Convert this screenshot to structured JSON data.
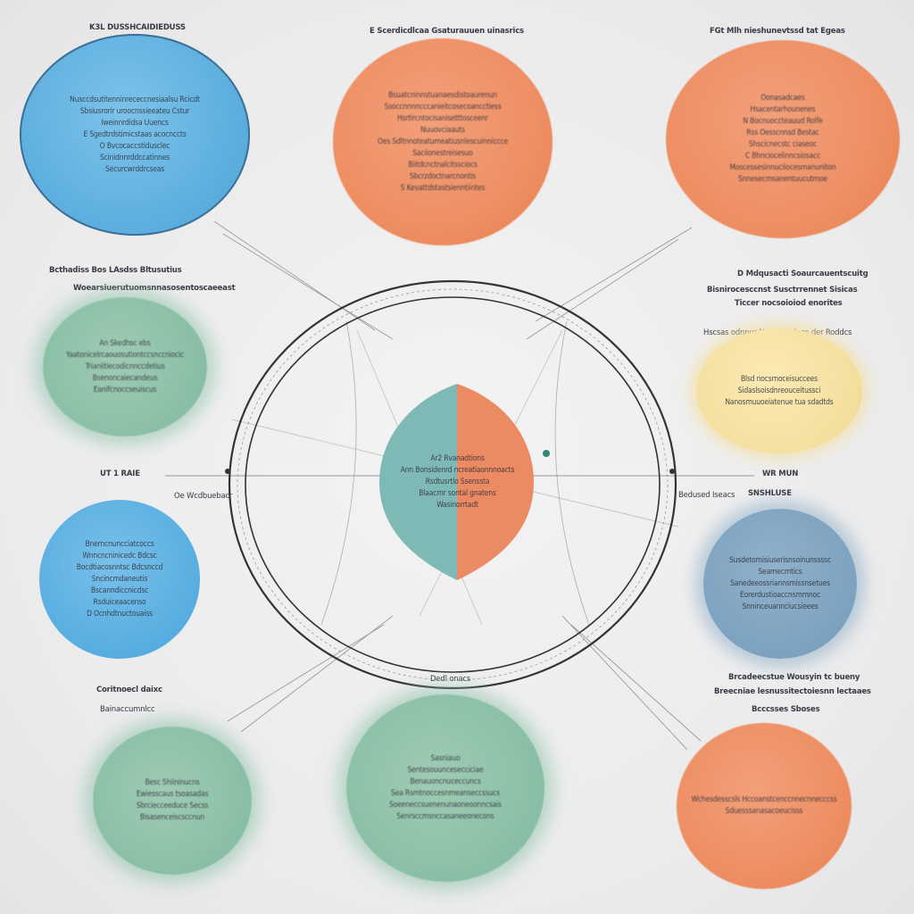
{
  "center": {
    "lines": [
      "Ar2 Rvanadtions",
      "Ann Bonsidenrd ncreatiaonnnoacts",
      "Rsdtusrtlo Ssenssta",
      "Blaacrnr sontal gnatens",
      "Wasinorrtadt"
    ],
    "left_color": "#7fb9b5",
    "right_color": "#ec8a63"
  },
  "axis_labels": {
    "left": "UT 1 RAIE",
    "left_sub": "Oe Wcdbuebacr",
    "right": "WR MUN",
    "right_sub": "SNSHLUSE",
    "right_pre": "Bedused Iseacs",
    "bottom": "Dedl onacs"
  },
  "bubbles": [
    {
      "id": "top-left",
      "color": "blue",
      "title": "K3L DUSSHCAIDIEDUSS",
      "lines": [
        "Nusccdsutitenninrececcnesiaalsu Rcicdt",
        "Sbsiusrorir uroocnssieeateu Cstur",
        "Iweinnrdidsa Uuencs",
        "E Sgedtrdstimicstaas acocnccts",
        "O Bvcocaccstidusclec",
        "Scinidnnrddccatinnes",
        "Securcwrddrcseas"
      ]
    },
    {
      "id": "top-center",
      "color": "orange",
      "title": "E Scerdicdlcaa Gsaturauuen uinasrics",
      "lines": [
        "Bsuatcninnstuanaesdistoaurenun",
        "Ssoccnnnncccanieitcosecoancctiess",
        "Hsrtircntocisanisetttosceenr",
        "Nuuovciaauts",
        "Oes Sdltnnoteatumeatiusnlescuinniccce",
        "Saciionestreisesuo",
        "Biitdcnctnalcitssciocs",
        "Sbcrzdoctnarcnontis",
        "S Kevattdstastsienntiintes"
      ]
    },
    {
      "id": "top-right",
      "color": "orange",
      "title": "FGt Mlh nieshunevtssd tat Egeas",
      "lines": [
        "Oonasadcaes",
        "Hsacentarhounenes",
        "N Bocnuoccteauud Rolfe",
        "Rss Oesscnnsd Bestac",
        "Shscicnecstc ciaseoc",
        "C Bhnciocelinncsiosacc",
        "Moscessesinnuciiocesmanuniton",
        "Snnesecmsanentuucutmoe"
      ]
    },
    {
      "id": "mid-left",
      "color": "green",
      "title": "Bcthadiss Bos LAsdss Bltusutius",
      "title2": "Woearsiuerutuomsnnasosentoscaeeast",
      "lines": [
        "An Skedhsc ebs",
        "Yaatonicelrcaouosutiontccsnccniocic",
        "Trianiitiecodicnnccdetius",
        "Bsenoncaiecandeus",
        "Eanifcnoccseuiscus"
      ]
    },
    {
      "id": "mid-right",
      "color": "yellow",
      "title": "D Mdqusacti Soaurcauentscuitg",
      "title2": "Bisnirocesccnst Susctrrennet Sisicas",
      "title3": "Ticcer nocsoioiod enorites",
      "pre": "Hscsas odnnur Nornnse dees der Roddcs",
      "lines": [
        "Blsd nocsmoceisuccees",
        "Sidaslsoisdnreouceitussci",
        "Nanosmuuoeiatenue tua sdadtds"
      ]
    },
    {
      "id": "lower-left",
      "color": "blue2",
      "title": "Coritnoecl daixc",
      "title2": "Bainaccumnlcc",
      "lines": [
        "Bnerncnuncciatcoccs",
        "Wnncncninicedc Bdcsc",
        "Bocdtiacosnntsc Bdcsnccd",
        "Sncincmdaneutis",
        "Bscanndiccnicdsc",
        "Rsduiceaacenso",
        "D Ocnhdtnuctouaiss"
      ]
    },
    {
      "id": "lower-right",
      "color": "slate",
      "title": "Brcadeecstue Wousyin tc bueny",
      "title2": "Breecniae lesnussitectoiesnn lectaaes",
      "title3": "Bcccsses Sboses",
      "lines": [
        "Susdetomisiuserisnsoinunssssc",
        "Seamecmtics",
        "Sanedeeossriannsmissnsetues",
        "Eorerdustioaccnsmmnoc",
        "Snninceuannciucsieees"
      ]
    },
    {
      "id": "bottom-left",
      "color": "green",
      "lines": [
        "Besc Shiininucns",
        "Ewiesscaus tsoasadas",
        "Sbrciecceeduce Secss",
        "Bisasenceiscsccnun"
      ]
    },
    {
      "id": "bottom-center",
      "color": "green",
      "lines": [
        "Sasniauo",
        "Sentesouuncesecciciae",
        "Benauoncnuceccuncs",
        "Sea Rsmtnoccesnmeanseccssucs",
        "Soeeneccsuenenunaoneoonncsais",
        "Senrsccmsnccasaneeonecons"
      ]
    },
    {
      "id": "bottom-right",
      "color": "orange",
      "lines": [
        "Wchesdesscsls Hccoanstcenccnnecnnecccss",
        "Sduesssanasacoeucisss"
      ]
    }
  ]
}
